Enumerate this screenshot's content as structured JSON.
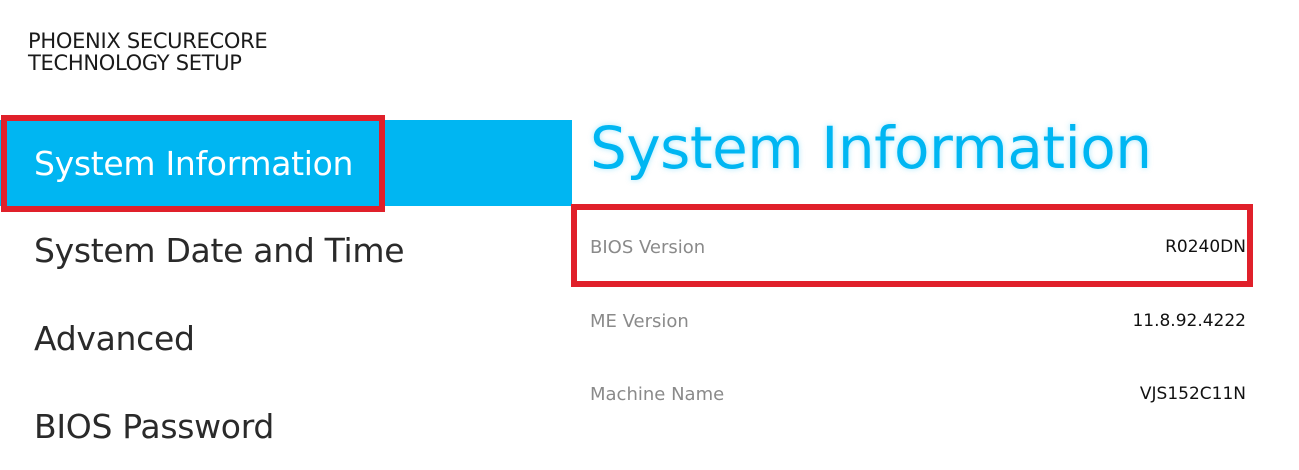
{
  "brand": {
    "line1": "PHOENIX SECURECORE",
    "line2": "TECHNOLOGY SETUP"
  },
  "nav": {
    "items": [
      {
        "label": "System Information",
        "active": true
      },
      {
        "label": "System Date and Time",
        "active": false
      },
      {
        "label": "Advanced",
        "active": false
      },
      {
        "label": "BIOS Password",
        "active": false
      }
    ]
  },
  "main": {
    "title": "System Information",
    "rows": [
      {
        "label": "BIOS Version",
        "value": "R0240DN"
      },
      {
        "label": "ME Version",
        "value": "11.8.92.4222"
      },
      {
        "label": "Machine Name",
        "value": "VJS152C11N"
      }
    ]
  },
  "colors": {
    "accent": "#00b6f2",
    "highlight": "#e0202a",
    "label_gray": "#8a8a8a"
  }
}
